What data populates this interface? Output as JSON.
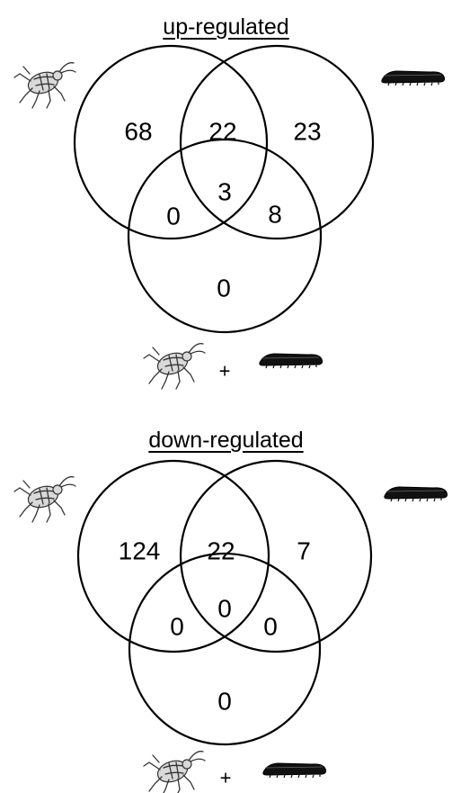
{
  "panels": [
    {
      "title": "up-regulated",
      "icons": {
        "left": "aphid-icon",
        "right": "caterpillar-icon",
        "bottom": [
          "aphid-icon",
          "caterpillar-icon"
        ]
      },
      "plus": "+",
      "regions": {
        "aphid_only": "68",
        "aphid_caterpillar": "22",
        "caterpillar_only": "23",
        "aphid_combined": "0",
        "all_three": "3",
        "caterpillar_combined": "8",
        "combined_only": "0"
      }
    },
    {
      "title": "down-regulated",
      "icons": {
        "left": "aphid-icon",
        "right": "caterpillar-icon",
        "bottom": [
          "aphid-icon",
          "caterpillar-icon"
        ]
      },
      "plus": "+",
      "regions": {
        "aphid_only": "124",
        "aphid_caterpillar": "22",
        "caterpillar_only": "7",
        "aphid_combined": "0",
        "all_three": "0",
        "caterpillar_combined": "0",
        "combined_only": "0"
      }
    }
  ]
}
